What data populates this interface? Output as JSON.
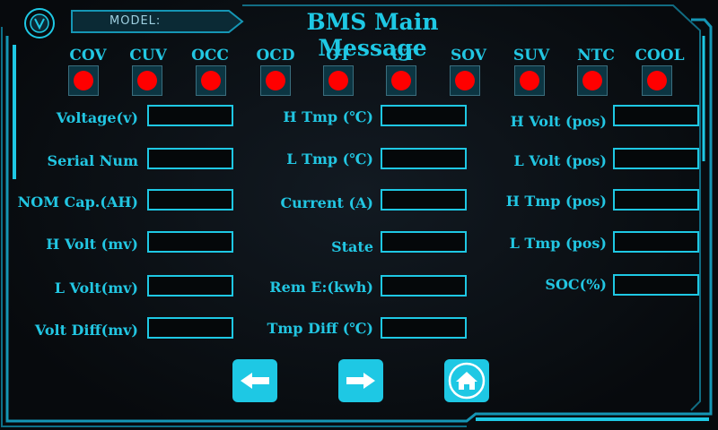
{
  "header": {
    "title": "BMS Main Message",
    "model_label": "MODEL:",
    "model_value": ""
  },
  "status_flags": [
    {
      "label": "COV",
      "state": "alarm",
      "color": "#ff0000"
    },
    {
      "label": "CUV",
      "state": "alarm",
      "color": "#ff0000"
    },
    {
      "label": "OCC",
      "state": "alarm",
      "color": "#ff0000"
    },
    {
      "label": "OCD",
      "state": "alarm",
      "color": "#ff0000"
    },
    {
      "label": "OT",
      "state": "alarm",
      "color": "#ff0000"
    },
    {
      "label": "UT",
      "state": "alarm",
      "color": "#ff0000"
    },
    {
      "label": "SOV",
      "state": "alarm",
      "color": "#ff0000"
    },
    {
      "label": "SUV",
      "state": "alarm",
      "color": "#ff0000"
    },
    {
      "label": "NTC",
      "state": "alarm",
      "color": "#ff0000"
    },
    {
      "label": "COOL",
      "state": "alarm",
      "color": "#ff0000"
    }
  ],
  "fields": {
    "col1": [
      {
        "label": "Voltage(v)",
        "value": ""
      },
      {
        "label": "Serial Num",
        "value": ""
      },
      {
        "label": "NOM Cap.(AH)",
        "value": ""
      },
      {
        "label": "H Volt (mv)",
        "value": ""
      },
      {
        "label": "L Volt(mv)",
        "value": ""
      },
      {
        "label": "Volt Diff(mv)",
        "value": ""
      }
    ],
    "col2": [
      {
        "label": "H Tmp (℃)",
        "value": ""
      },
      {
        "label": "L Tmp (℃)",
        "value": ""
      },
      {
        "label": "Current (A)",
        "value": ""
      },
      {
        "label": "State",
        "value": ""
      },
      {
        "label": "Rem E:(kwh)",
        "value": ""
      },
      {
        "label": "Tmp Diff (℃)",
        "value": ""
      }
    ],
    "col3": [
      {
        "label": "H Volt (pos)",
        "value": ""
      },
      {
        "label": "L Volt (pos)",
        "value": ""
      },
      {
        "label": "H Tmp (pos)",
        "value": ""
      },
      {
        "label": "L Tmp (pos)",
        "value": ""
      },
      {
        "label": "SOC(%)",
        "value": ""
      }
    ]
  },
  "nav": {
    "prev_icon": "arrow-left-icon",
    "next_icon": "arrow-right-icon",
    "home_icon": "home-icon"
  },
  "colors": {
    "accent": "#1ec8e4",
    "alarm": "#ff0000",
    "background": "#0a0e12"
  }
}
